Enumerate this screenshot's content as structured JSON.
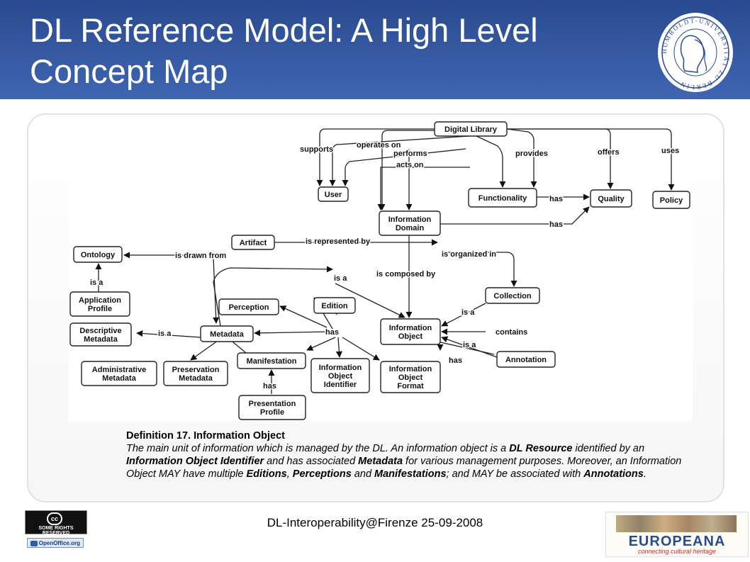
{
  "slide": {
    "title": "DL Reference Model: A High Level Concept Map",
    "footer": "DL-Interoperability@Firenze 25-09-2008"
  },
  "definition": {
    "title": "Definition 17. Information Object",
    "body": [
      {
        "t": "The main unit of information which is managed by the DL. An information object is a ",
        "b": false
      },
      {
        "t": "DL Resource",
        "b": true
      },
      {
        "t": " identified by an ",
        "b": false
      },
      {
        "t": "Information Object Identifier",
        "b": true
      },
      {
        "t": " and has associated ",
        "b": false
      },
      {
        "t": "Metadata",
        "b": true
      },
      {
        "t": " for various management purposes. Moreover, an Information Object MAY have multiple ",
        "b": false
      },
      {
        "t": "Editions",
        "b": true
      },
      {
        "t": ", ",
        "b": false
      },
      {
        "t": "Perceptions",
        "b": true
      },
      {
        "t": " and ",
        "b": false
      },
      {
        "t": "Manifestations",
        "b": true
      },
      {
        "t": "; and MAY be associated with ",
        "b": false
      },
      {
        "t": "Annotations",
        "b": true
      },
      {
        "t": ".",
        "b": false
      }
    ]
  },
  "logos": {
    "cc_text": "SOME RIGHTS RESERVED",
    "cc_symbol": "cc",
    "openoffice_text": "OpenOffice.org",
    "europeana_word": "EUROPEANA",
    "europeana_sub": "connecting cultural heritage",
    "seal_text": "HUMBOLDT-UNIVERSITÄT ZU BERLIN"
  },
  "concept_map": {
    "nodes": {
      "digital_library": [
        "Digital Library"
      ],
      "user": [
        "User"
      ],
      "functionality": [
        "Functionality"
      ],
      "quality": [
        "Quality"
      ],
      "policy": [
        "Policy"
      ],
      "information_domain": [
        "Information",
        "Domain"
      ],
      "artifact": [
        "Artifact"
      ],
      "ontology": [
        "Ontology"
      ],
      "application_profile": [
        "Application",
        "Profile"
      ],
      "descriptive_metadata": [
        "Descriptive",
        "Metadata"
      ],
      "metadata": [
        "Metadata"
      ],
      "perception": [
        "Perception"
      ],
      "edition": [
        "Edition"
      ],
      "information_object": [
        "Information",
        "Object"
      ],
      "collection": [
        "Collection"
      ],
      "annotation": [
        "Annotation"
      ],
      "administrative_metadata": [
        "Administrative",
        "Metadata"
      ],
      "preservation_metadata": [
        "Preservation",
        "Metadata"
      ],
      "manifestation": [
        "Manifestation"
      ],
      "information_object_identifier": [
        "Information",
        "Object",
        "Identifier"
      ],
      "information_object_format": [
        "Information",
        "Object",
        "Format"
      ],
      "presentation_profile": [
        "Presentation",
        "Profile"
      ]
    },
    "links": {
      "supports": "supports",
      "operates_on": "operates on",
      "performs": "performs",
      "provides": "provides",
      "offers": "offers",
      "uses": "uses",
      "acts_on": "acts on",
      "has_functionality_quality": "has",
      "has_domain_quality": "has",
      "is_represented_by": "is represented by",
      "is_organized_in": "is organized in",
      "is_drawn_from": "is drawn from",
      "is_composed_by": "is composed by",
      "is_a_edition": "is a",
      "is_a_profile": "is a",
      "is_a_metadata": "is a",
      "is_a_collection": "is a",
      "contains": "contains",
      "is_a_annotation": "is a",
      "has_annotation": "has",
      "has_object": "has",
      "has_manifestation": "has"
    }
  }
}
